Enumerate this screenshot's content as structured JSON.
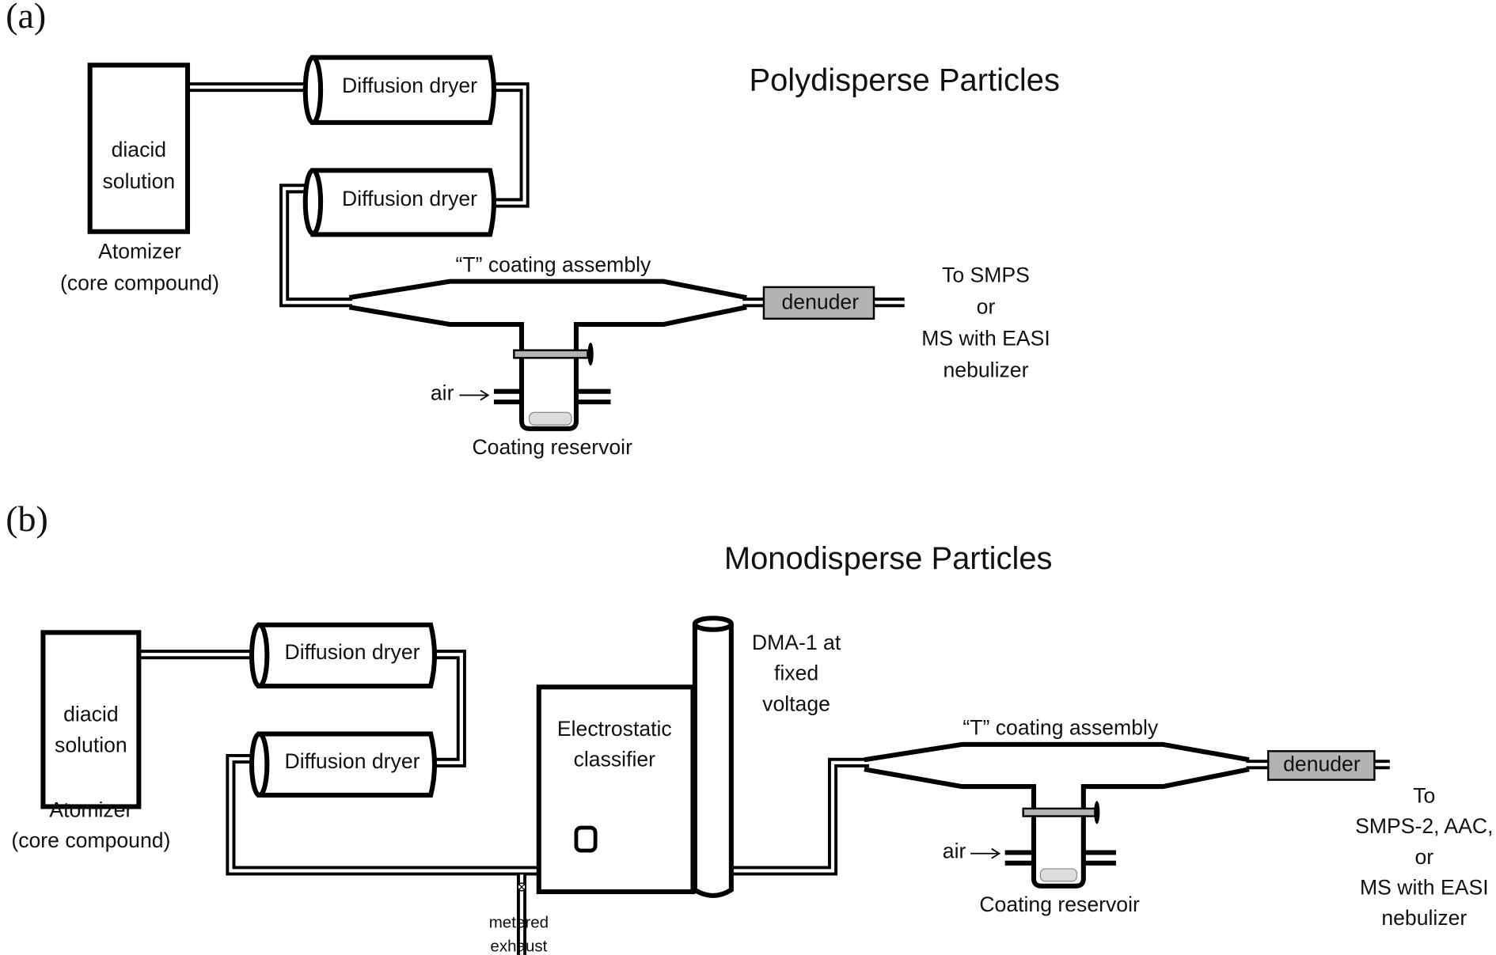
{
  "panel_a": {
    "label": "(a)",
    "title": "Polydisperse Particles",
    "atomizer": {
      "line1": "diacid",
      "line2": "solution",
      "caption1": "Atomizer",
      "caption2": "(core compound)"
    },
    "dryer1": "Diffusion dryer",
    "dryer2": "Diffusion dryer",
    "t_assembly": "“T” coating assembly",
    "denuder": "denuder",
    "air": "air",
    "reservoir": "Coating reservoir",
    "outlet": [
      "To SMPS",
      "or",
      "MS with EASI",
      "nebulizer"
    ]
  },
  "panel_b": {
    "label": "(b)",
    "title": "Monodisperse Particles",
    "atomizer": {
      "line1": "diacid",
      "line2": "solution",
      "caption1": "Atomizer",
      "caption2": "(core compound)"
    },
    "dryer1": "Diffusion dryer",
    "dryer2": "Diffusion dryer",
    "classifier": [
      "Electrostatic",
      "classifier"
    ],
    "dma": [
      "DMA-1 at",
      "fixed",
      "voltage"
    ],
    "exhaust": [
      "metered",
      "exhaust"
    ],
    "t_assembly": "“T” coating assembly",
    "denuder": "denuder",
    "air": "air",
    "reservoir": "Coating reservoir",
    "outlet": [
      "To",
      "SMPS-2, AAC,",
      "or",
      "MS with EASI",
      "nebulizer"
    ]
  },
  "colors": {
    "denuder_fill": "#b3b3b3",
    "line": "#000000"
  }
}
